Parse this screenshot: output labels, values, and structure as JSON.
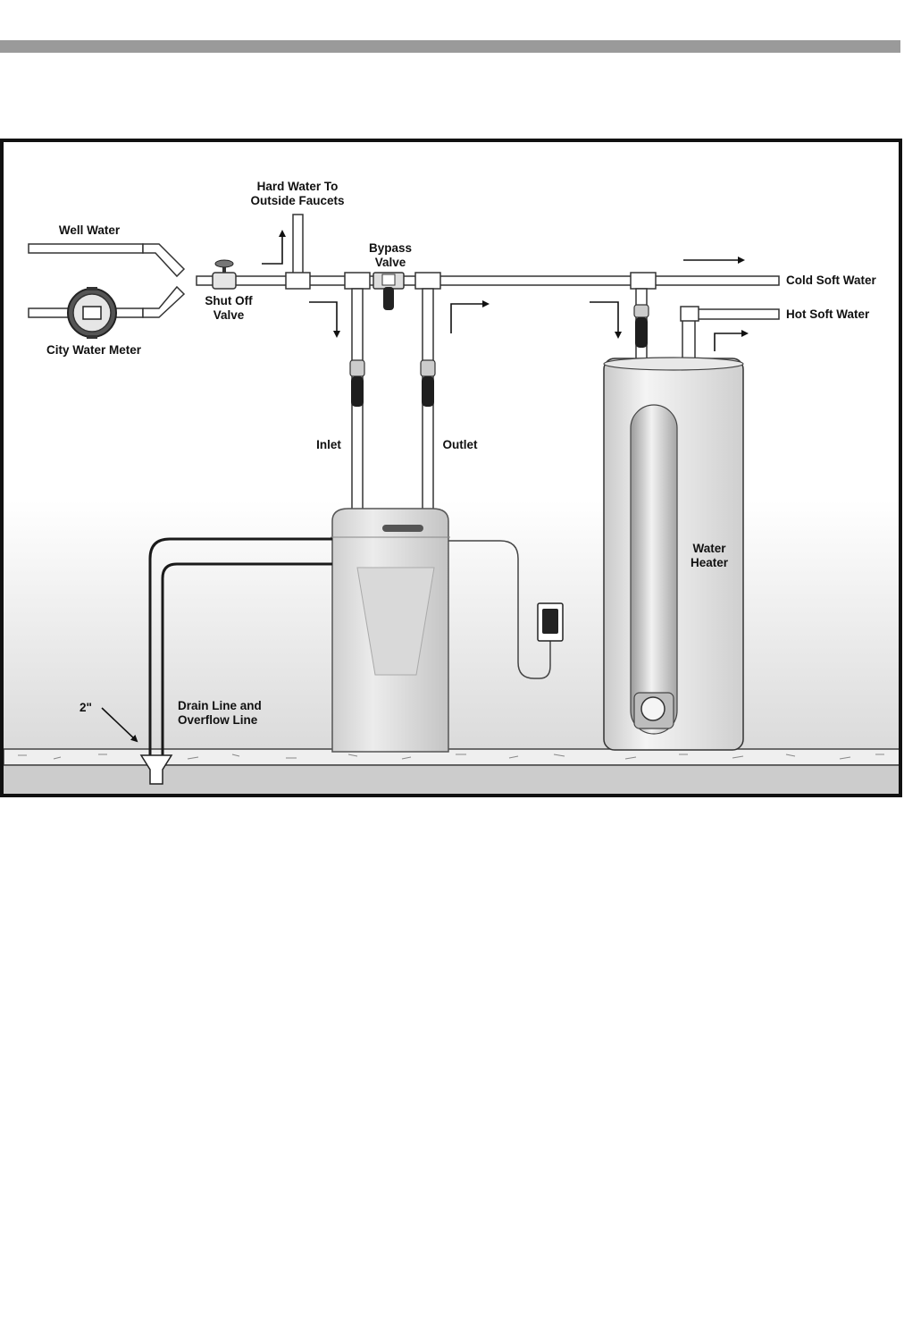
{
  "labels": {
    "hard_water_line1": "Hard Water To",
    "hard_water_line2": "Outside Faucets",
    "well_water": "Well Water",
    "bypass_line1": "Bypass",
    "bypass_line2": "Valve",
    "cold_soft_water": "Cold Soft Water",
    "hot_soft_water": "Hot Soft Water",
    "shut_off_line1": "Shut Off",
    "shut_off_line2": "Valve",
    "city_water_meter": "City Water Meter",
    "inlet": "Inlet",
    "outlet": "Outlet",
    "water_heater_line1": "Water",
    "water_heater_line2": "Heater",
    "drain_size": "2\"",
    "drain_line1": "Drain Line and",
    "drain_line2": "Overflow Line"
  },
  "colors": {
    "rule": "#9a9a9a",
    "frame": "#111111",
    "pipe_fill": "#ffffff",
    "pipe_stroke": "#333333",
    "drain_pipe": "#1a1a1a",
    "floor": "#cfcfcf"
  }
}
